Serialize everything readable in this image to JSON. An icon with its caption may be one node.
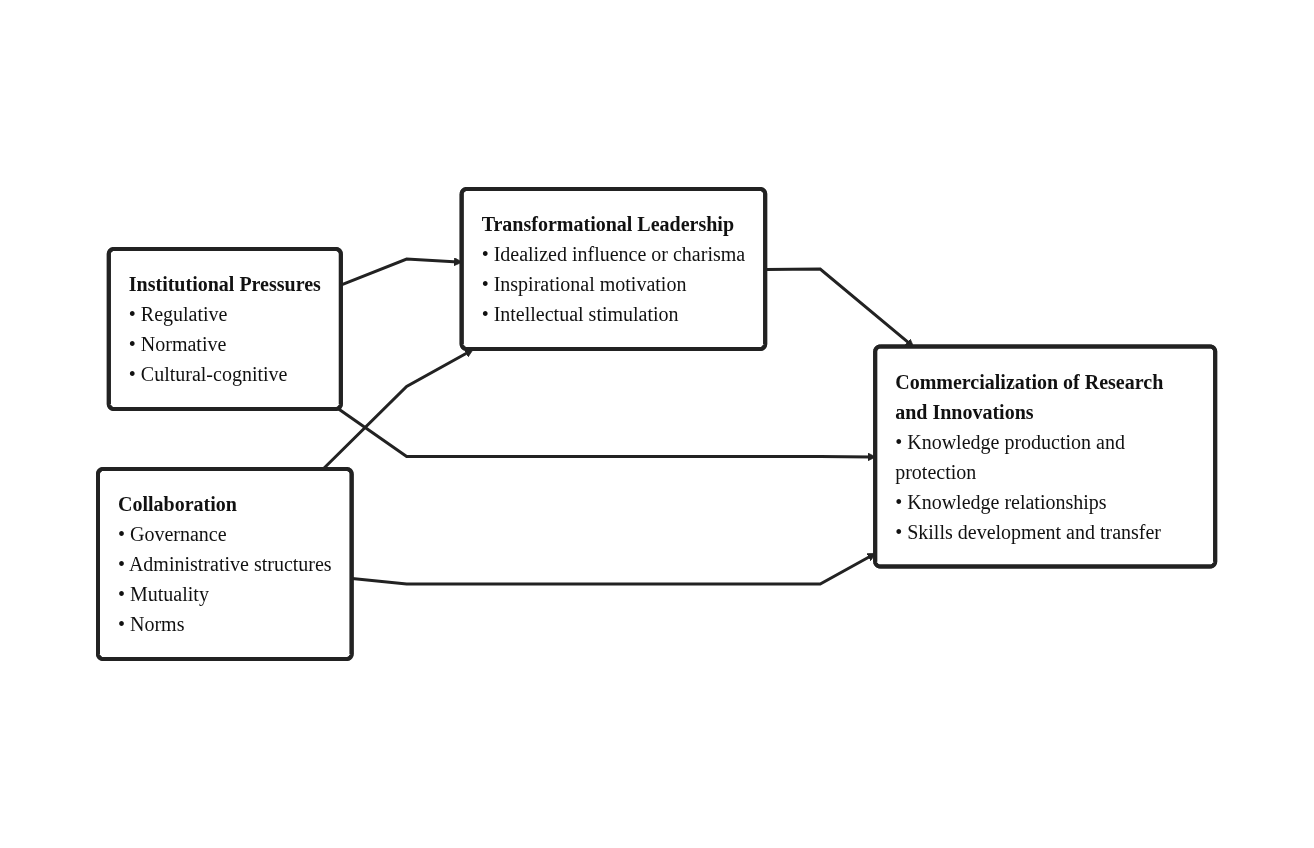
{
  "diagram": {
    "nodes": [
      {
        "text": [
          "Institutional Pressures",
          "• Regulative",
          "• Normative",
          "• Cultural-cognitive"
        ]
      },
      {
        "text": [
          "Collaboration",
          "• Governance",
          "• Administrative structures",
          "• Mutuality",
          "• Norms"
        ]
      },
      {
        "text": [
          "Transformational Leadership",
          "• Idealized influence or charisma",
          "• Inspirational motivation",
          "• Intellectual stimulation"
        ]
      },
      {
        "text": [
          "Commercialization of Research and Innovations",
          "• Knowledge production and protection",
          "• Knowledge relationships",
          "• Skills development and transfer"
        ]
      }
    ],
    "edges": [
      {
        "from": 0,
        "to": 2,
        "arrow": "to"
      },
      {
        "from": 1,
        "to": 2,
        "arrow": "to"
      },
      {
        "from": 2,
        "to": 3,
        "arrow": "to"
      },
      {
        "from": 0,
        "to": 3,
        "arrow": "to"
      },
      {
        "from": 1,
        "to": 3,
        "arrow": "to"
      }
    ]
  }
}
